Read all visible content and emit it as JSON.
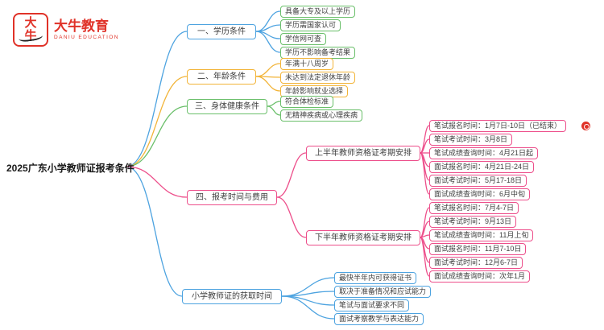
{
  "logo": {
    "seal": "大牛",
    "name": "大牛教育",
    "subtitle": "DANIU EDUCATION"
  },
  "root": {
    "label": "2025广东小学教师证报考条件"
  },
  "colors": {
    "blue": "#4da3e0",
    "yellow": "#f2b438",
    "green": "#6abf6a",
    "pink": "#ed4f8b",
    "brand_red": "#e03228"
  },
  "branches": [
    {
      "label": "一、学历条件",
      "children": [
        {
          "label": "具备大专及以上学历"
        },
        {
          "label": "学历需国家认可"
        },
        {
          "label": "学信网可查"
        },
        {
          "label": "学历不影响备考结果"
        }
      ]
    },
    {
      "label": "二、年龄条件",
      "children": [
        {
          "label": "年满十八周岁"
        },
        {
          "label": "未达到法定退休年龄"
        },
        {
          "label": "年龄影响就业选择"
        }
      ]
    },
    {
      "label": "三、身体健康条件",
      "children": [
        {
          "label": "符合体检标准"
        },
        {
          "label": "无精神疾病或心理疾病"
        }
      ]
    },
    {
      "label": "四、报考时间与费用",
      "children": [
        {
          "label": "上半年教师资格证考期安排",
          "children": [
            {
              "label": "笔试报名时间：1月7日-10日（已结束）"
            },
            {
              "label": "笔试考试时间：3月8日"
            },
            {
              "label": "笔试成绩查询时间：4月21日起"
            },
            {
              "label": "面试报名时间：4月21日-24日"
            },
            {
              "label": "面试考试时间：5月17-18日"
            },
            {
              "label": "面试成绩查询时间：6月中旬"
            }
          ]
        },
        {
          "label": "下半年教师资格证考期安排",
          "children": [
            {
              "label": "笔试报名时间：7月4-7日"
            },
            {
              "label": "笔试考试时间：9月13日"
            },
            {
              "label": "笔试成绩查询时间：11月上旬"
            },
            {
              "label": "面试报名时间：11月7-10日"
            },
            {
              "label": "面试考试时间：12月6-7日"
            },
            {
              "label": "面试成绩查询时间：次年1月"
            }
          ]
        }
      ]
    },
    {
      "label": "小学教师证的获取时间",
      "children": [
        {
          "label": "最快半年内可获得证书"
        },
        {
          "label": "取决于准备情况和应试能力"
        },
        {
          "label": "笔试与面试要求不同"
        },
        {
          "label": "面试考察教学与表达能力"
        }
      ]
    }
  ]
}
